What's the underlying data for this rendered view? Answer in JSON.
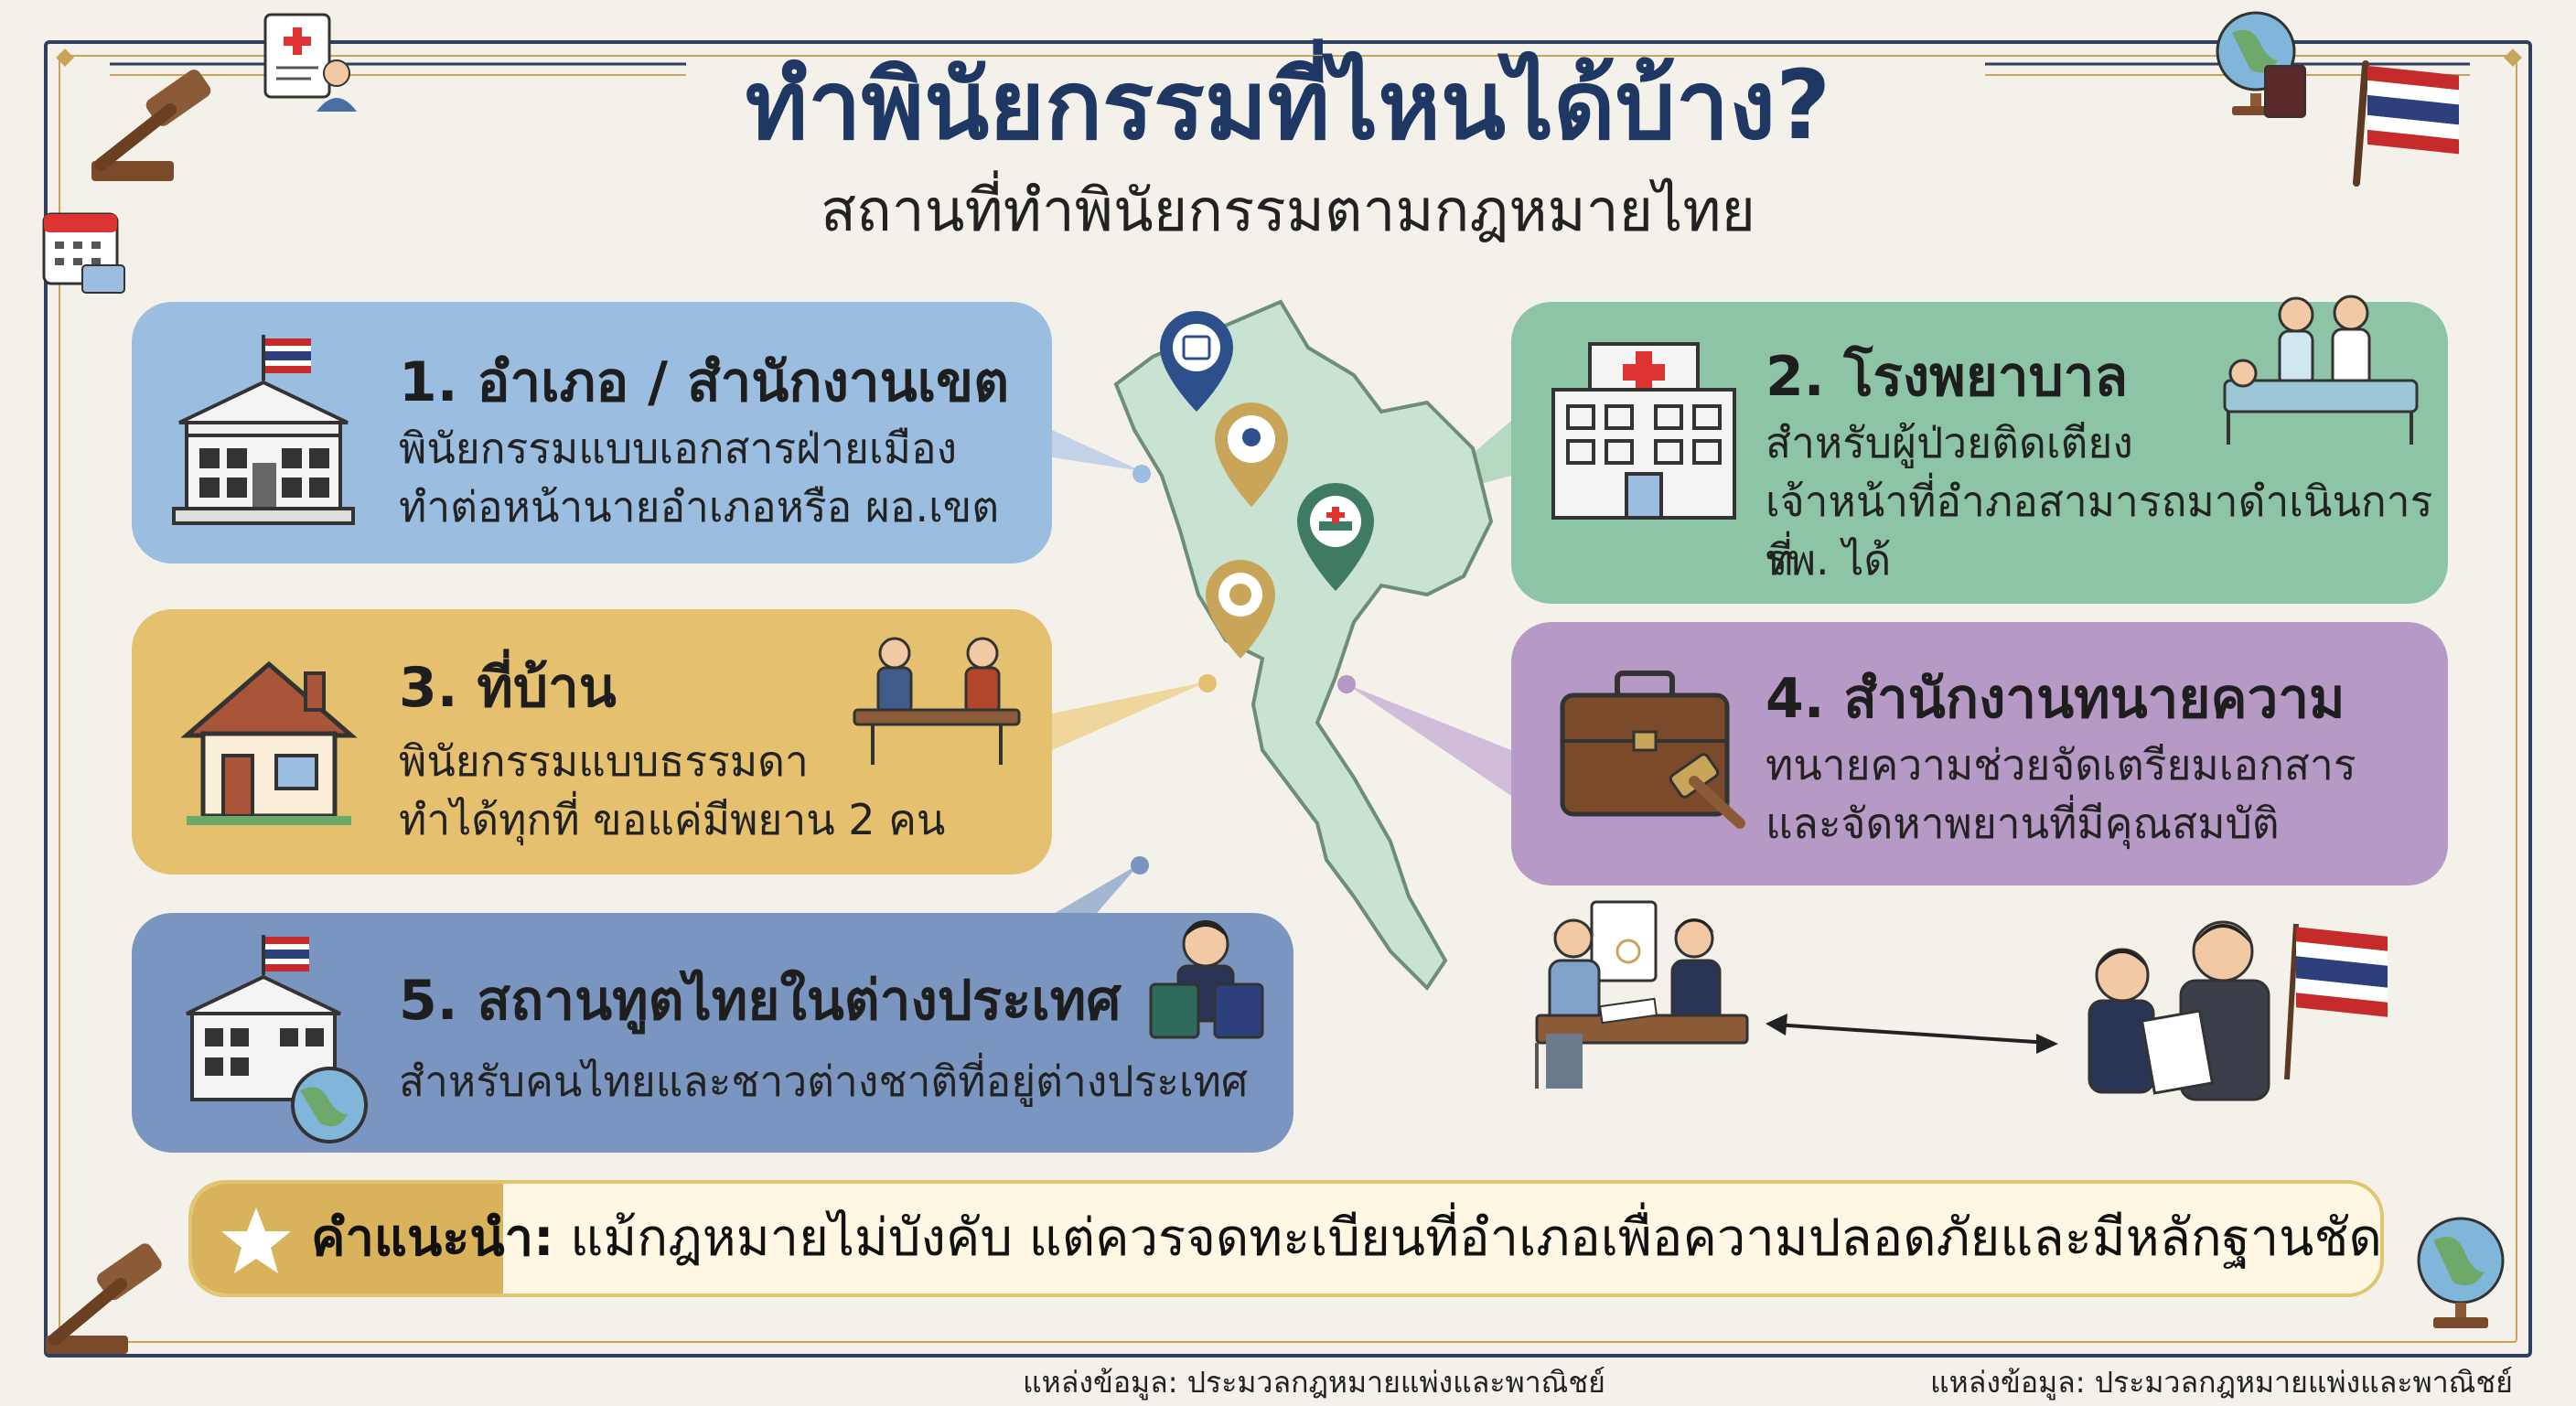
{
  "header": {
    "title": "ทำพินัยกรรมที่ไหนได้บ้าง?",
    "subtitle": "สถานที่ทำพินัยกรรมตามกฎหมายไทย"
  },
  "cards": [
    {
      "title": "1. อำเภอ / สำนักงานเขต",
      "line1": "พินัยกรรมแบบเอกสารฝ่ายเมือง",
      "line2": "ทำต่อหน้านายอำเภอหรือ ผอ.เขต",
      "color": "#9bbde0"
    },
    {
      "title": "2. โรงพยาบาล",
      "line1": "สำหรับผู้ป่วยติดเตียง",
      "line2": "เจ้าหน้าที่อำภอสามารถมาดำเนินการที่",
      "line3": "รพ. ได้",
      "color": "#8ec4a6"
    },
    {
      "title": "3. ที่บ้าน",
      "line1": "พินัยกรรมแบบธรรมดา",
      "line2": "ทำได้ทุกที่ ขอแค่มีพยาน 2 คน",
      "color": "#e5c16f"
    },
    {
      "title": "4. สำนักงานทนายความ",
      "line1": "ทนายความช่วยจัดเตรียมเอกสาร",
      "line2": "และจัดหาพยานที่มีคุณสมบัติ",
      "color": "#b69ac5"
    },
    {
      "title": "5. สถานทูตไทยในต่างประเทศ",
      "line1": "สำหรับคนไทยและชาวต่างชาติที่อยู่ต่างประเทศ",
      "color": "#7a95bf"
    }
  ],
  "tip": {
    "label": "คำแนะนำ:",
    "text": "แม้กฎหมายไม่บังคับ แต่ควรจดทะเบียนที่อำเภอเพื่อความปลอดภัยและมีหลักฐานชัดเจน"
  },
  "footer": {
    "source_left": "แหล่งข้อมูล: ประมวลกฎหมายแพ่งและพาณิชย์",
    "source_right": "แหล่งข้อมูล: ประมวลกฎหมายแพ่งและพาณิชย์"
  },
  "colors": {
    "navy": "#1f3763",
    "gold": "#c9a55a",
    "map": "#c9e3d3",
    "tip_bg": "#fdf7e3"
  },
  "icons": [
    "gavel-icon",
    "document-icon",
    "calendar-icon",
    "globe-icon",
    "thai-flag-icon",
    "government-building-icon",
    "hospital-icon",
    "house-icon",
    "briefcase-icon",
    "embassy-icon",
    "map-pin-icon",
    "star-icon"
  ]
}
